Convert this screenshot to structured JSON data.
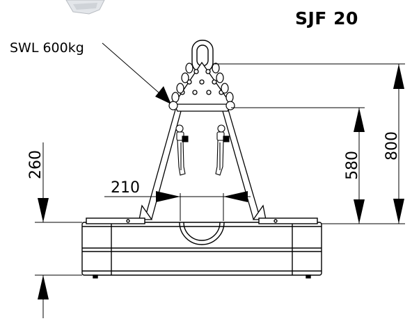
{
  "title": "SJF 20",
  "labels": {
    "swl": "SWL 600kg",
    "dim_total_height": "800",
    "dim_upper_height": "580",
    "dim_frame_height": "260",
    "dim_hook_spacing": "210"
  },
  "colors": {
    "line": "#000000",
    "background": "#ffffff"
  }
}
